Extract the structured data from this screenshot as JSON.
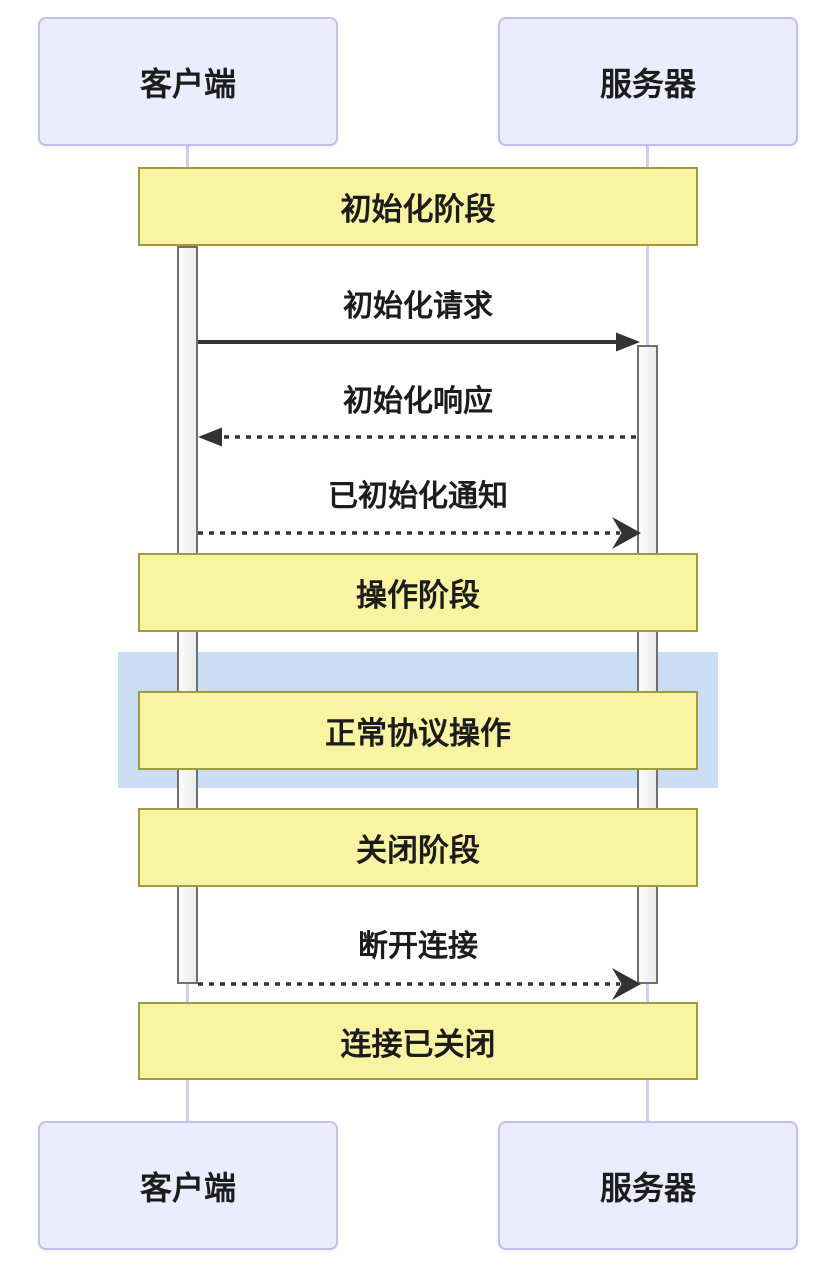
{
  "diagram": {
    "type": "sequence-diagram",
    "actors": {
      "client": {
        "label": "客户端"
      },
      "server": {
        "label": "服务器"
      }
    },
    "phase_banners": [
      {
        "label": "初始化阶段"
      },
      {
        "label": "操作阶段"
      },
      {
        "label": "正常协议操作",
        "highlighted": true
      },
      {
        "label": "关闭阶段"
      },
      {
        "label": "连接已关闭"
      }
    ],
    "messages": [
      {
        "label": "初始化请求",
        "from": "客户端",
        "to": "服务器",
        "line": "solid",
        "arrowhead": "filled"
      },
      {
        "label": "初始化响应",
        "from": "服务器",
        "to": "客户端",
        "line": "dotted",
        "arrowhead": "filled"
      },
      {
        "label": "已初始化通知",
        "from": "客户端",
        "to": "服务器",
        "line": "dotted",
        "arrowhead": "open"
      },
      {
        "label": "断开连接",
        "from": "客户端",
        "to": "服务器",
        "line": "dotted",
        "arrowhead": "open"
      }
    ],
    "colors": {
      "actor_fill": "#ececff",
      "actor_border": "#c6beea",
      "banner_fill": "#f9f3a2",
      "banner_border": "#9d9c40",
      "highlight_fill": "#cbddf4",
      "lifeline": "#d5cdf0",
      "activation_fill": "#f4f4f4",
      "activation_border": "#6f6f6f",
      "arrow": "#333333",
      "text": "#1c1c1c",
      "background": "#ffffff"
    }
  }
}
